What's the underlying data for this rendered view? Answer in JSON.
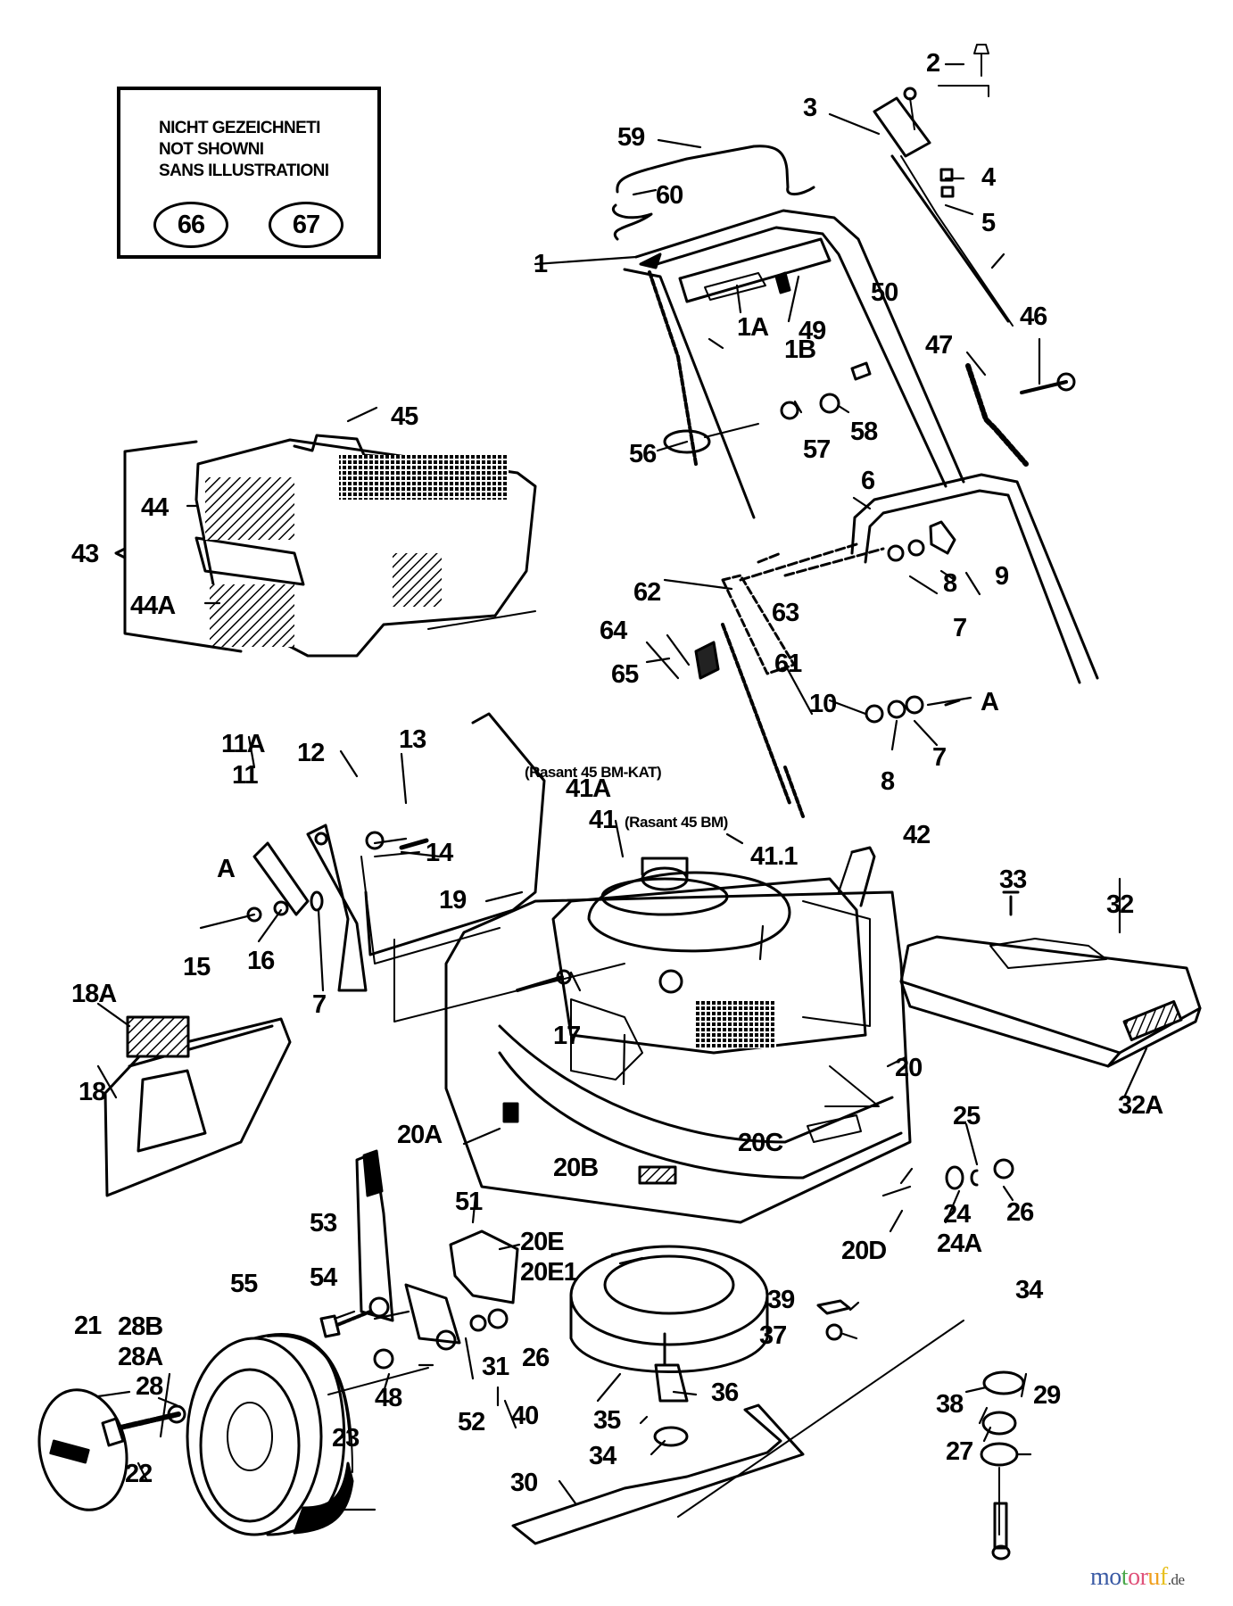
{
  "legend": {
    "lines": [
      "NICHT GEZEICHNETI",
      "NOT SHOWNI",
      "SANS ILLUSTRATIONI"
    ],
    "not_shown_parts": [
      "66",
      "67"
    ]
  },
  "notes": {
    "bm_kat": "(Rasant 45 BM-KAT)",
    "bm": "(Rasant 45 BM)"
  },
  "labels": {
    "p1": "1",
    "p1A": "1A",
    "p1B": "1B",
    "p2": "2",
    "p3": "3",
    "p4": "4",
    "p5": "5",
    "p6": "6",
    "p7a": "7",
    "p7b": "7",
    "p7c": "7",
    "p8a": "8",
    "p8b": "8",
    "p9": "9",
    "p10": "10",
    "p11": "11",
    "p11A": "11A",
    "p12": "12",
    "p13": "13",
    "p14": "14",
    "p15": "15",
    "p16": "16",
    "p17": "17",
    "p18": "18",
    "p18A": "18A",
    "p19": "19",
    "p20": "20",
    "p20A": "20A",
    "p20B": "20B",
    "p20C": "20C",
    "p20D": "20D",
    "p20E": "20E",
    "p20E1": "20E1",
    "p21": "21",
    "p22": "22",
    "p23": "23",
    "p24": "24",
    "p24A": "24A",
    "p25": "25",
    "p26a": "26",
    "p26b": "26",
    "p27": "27",
    "p28": "28",
    "p28A": "28A",
    "p28B": "28B",
    "p29": "29",
    "p30": "30",
    "p31": "31",
    "p32": "32",
    "p32A": "32A",
    "p33": "33",
    "p34a": "34",
    "p34b": "34",
    "p35": "35",
    "p36": "36",
    "p37": "37",
    "p38": "38",
    "p39": "39",
    "p40": "40",
    "p41": "41",
    "p41A": "41A",
    "p41_1": "41.1",
    "p42": "42",
    "p43": "43",
    "p44": "44",
    "p44A": "44A",
    "p45": "45",
    "p46": "46",
    "p47": "47",
    "p48": "48",
    "p49": "49",
    "p50": "50",
    "p51": "51",
    "p52": "52",
    "p53": "53",
    "p54": "54",
    "p55": "55",
    "p56": "56",
    "p57": "57",
    "p58": "58",
    "p59": "59",
    "p60": "60",
    "p61": "61",
    "p62": "62",
    "p63": "63",
    "p64": "64",
    "p65": "65",
    "pA1": "A",
    "pA2": "A"
  },
  "watermark": {
    "letters": [
      "m",
      "o",
      "t",
      "o",
      "r",
      "u",
      "f"
    ],
    "colors": [
      "#3b5ba5",
      "#3b5ba5",
      "#4aa84a",
      "#e0527a",
      "#e0527a",
      "#f0a020",
      "#e8c020"
    ],
    "tld": ".de"
  }
}
